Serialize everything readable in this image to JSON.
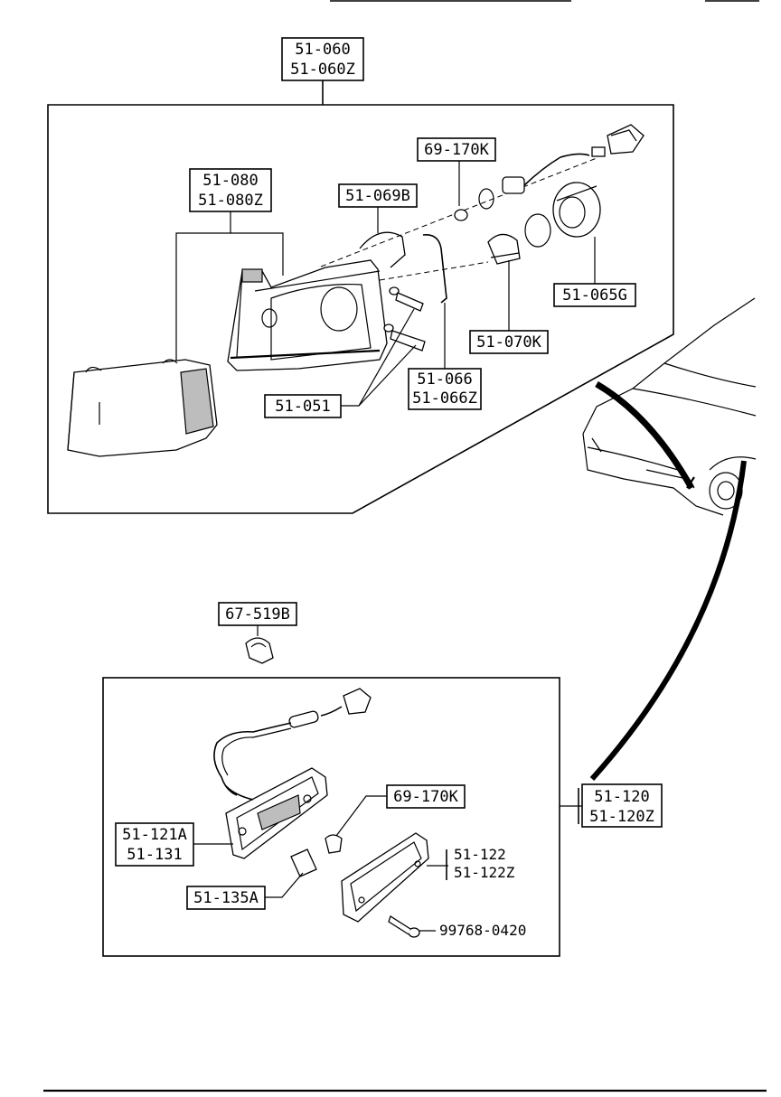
{
  "labels": {
    "assy_headlamp_l1": "51-060",
    "assy_headlamp_l2": "51-060Z",
    "lens_l1": "51-080",
    "lens_l2": "51-080Z",
    "socket_069": "51-069B",
    "bulb_top": "69-170K",
    "socket_065": "51-065G",
    "bulb_070": "51-070K",
    "bracket_l1": "51-066",
    "bracket_l2": "51-066Z",
    "screw_051": "51-051",
    "clip_067": "67-519B",
    "side_assy_l1": "51-120",
    "side_assy_l2": "51-120Z",
    "housing_l1": "51-121A",
    "housing_l2": "51-131",
    "bulb_side": "69-170K",
    "gasket_135": "51-135A",
    "side_lens_l1": "51-122",
    "side_lens_l2": "51-122Z",
    "screw_part": "99768-0420"
  },
  "icons": [
    "headlamp-lens",
    "headlamp-housing",
    "bulb",
    "socket",
    "connector",
    "car-front",
    "side-marker-lamp",
    "clip",
    "screw"
  ]
}
